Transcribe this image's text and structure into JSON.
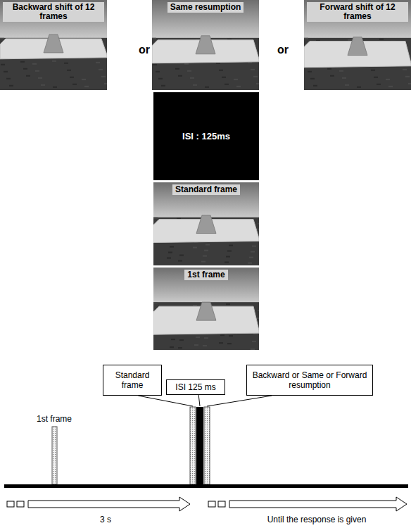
{
  "diagram": {
    "nodes": [
      {
        "text": [
          "Backward shift of 12 frames"
        ]
      },
      {
        "text": [
          "Same resumption"
        ]
      },
      {
        "text": [
          "Forward shift of 12 frames"
        ]
      },
      {
        "text": [
          "ISI : 125ms"
        ]
      },
      {
        "text": [
          "Standard frame"
        ]
      },
      {
        "text": [
          "1st frame"
        ]
      },
      {
        "text": [
          "Standard frame"
        ]
      },
      {
        "text": [
          "ISI 125 ms"
        ]
      },
      {
        "text": [
          "Backward or Same or Forward resumption"
        ]
      }
    ],
    "labels": [
      "or",
      "or",
      "1st frame",
      "3 s",
      "Until the response is given"
    ]
  }
}
